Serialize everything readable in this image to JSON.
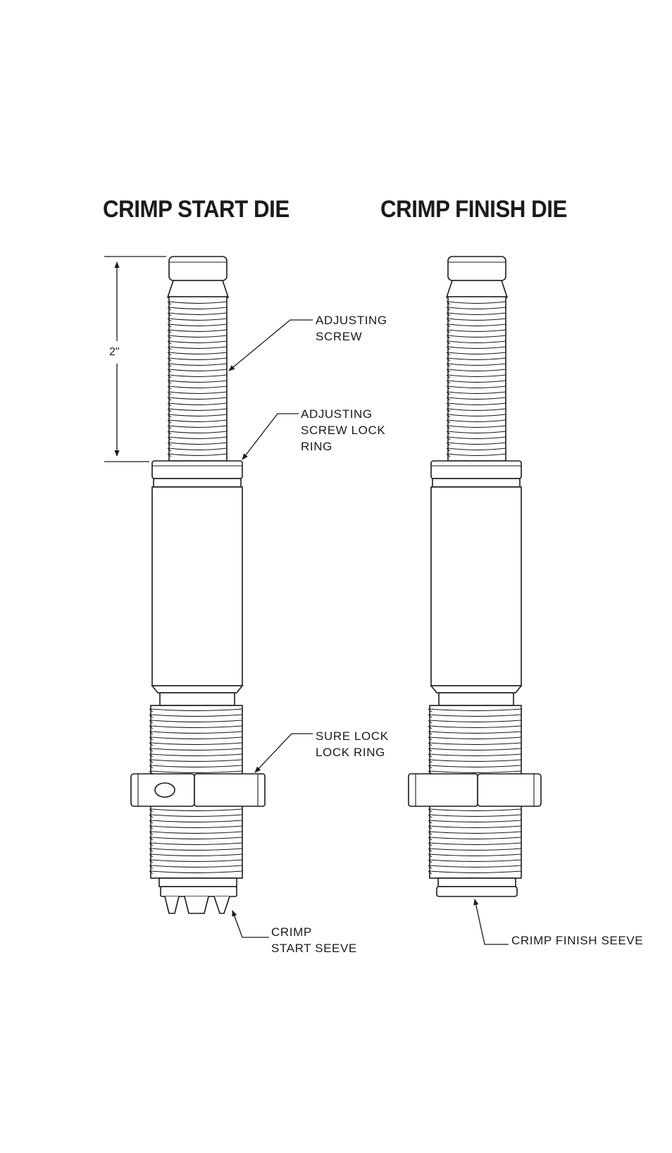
{
  "titles": {
    "left": "CRIMP START DIE",
    "right": "CRIMP FINISH DIE"
  },
  "dimension": "2\"",
  "labels": {
    "adjusting_screw": [
      "ADJUSTING",
      "SCREW"
    ],
    "adjusting_screw_lock_ring": [
      "ADJUSTING",
      "SCREW LOCK",
      "RING"
    ],
    "sure_lock_lock_ring": [
      "SURE LOCK",
      "LOCK RING"
    ],
    "crimp_start_seeve": [
      "CRIMP",
      "START SEEVE"
    ],
    "crimp_finish_seeve": [
      "CRIMP FINISH SEEVE"
    ]
  },
  "colors": {
    "line": "#1a1a1a",
    "background": "#ffffff"
  }
}
